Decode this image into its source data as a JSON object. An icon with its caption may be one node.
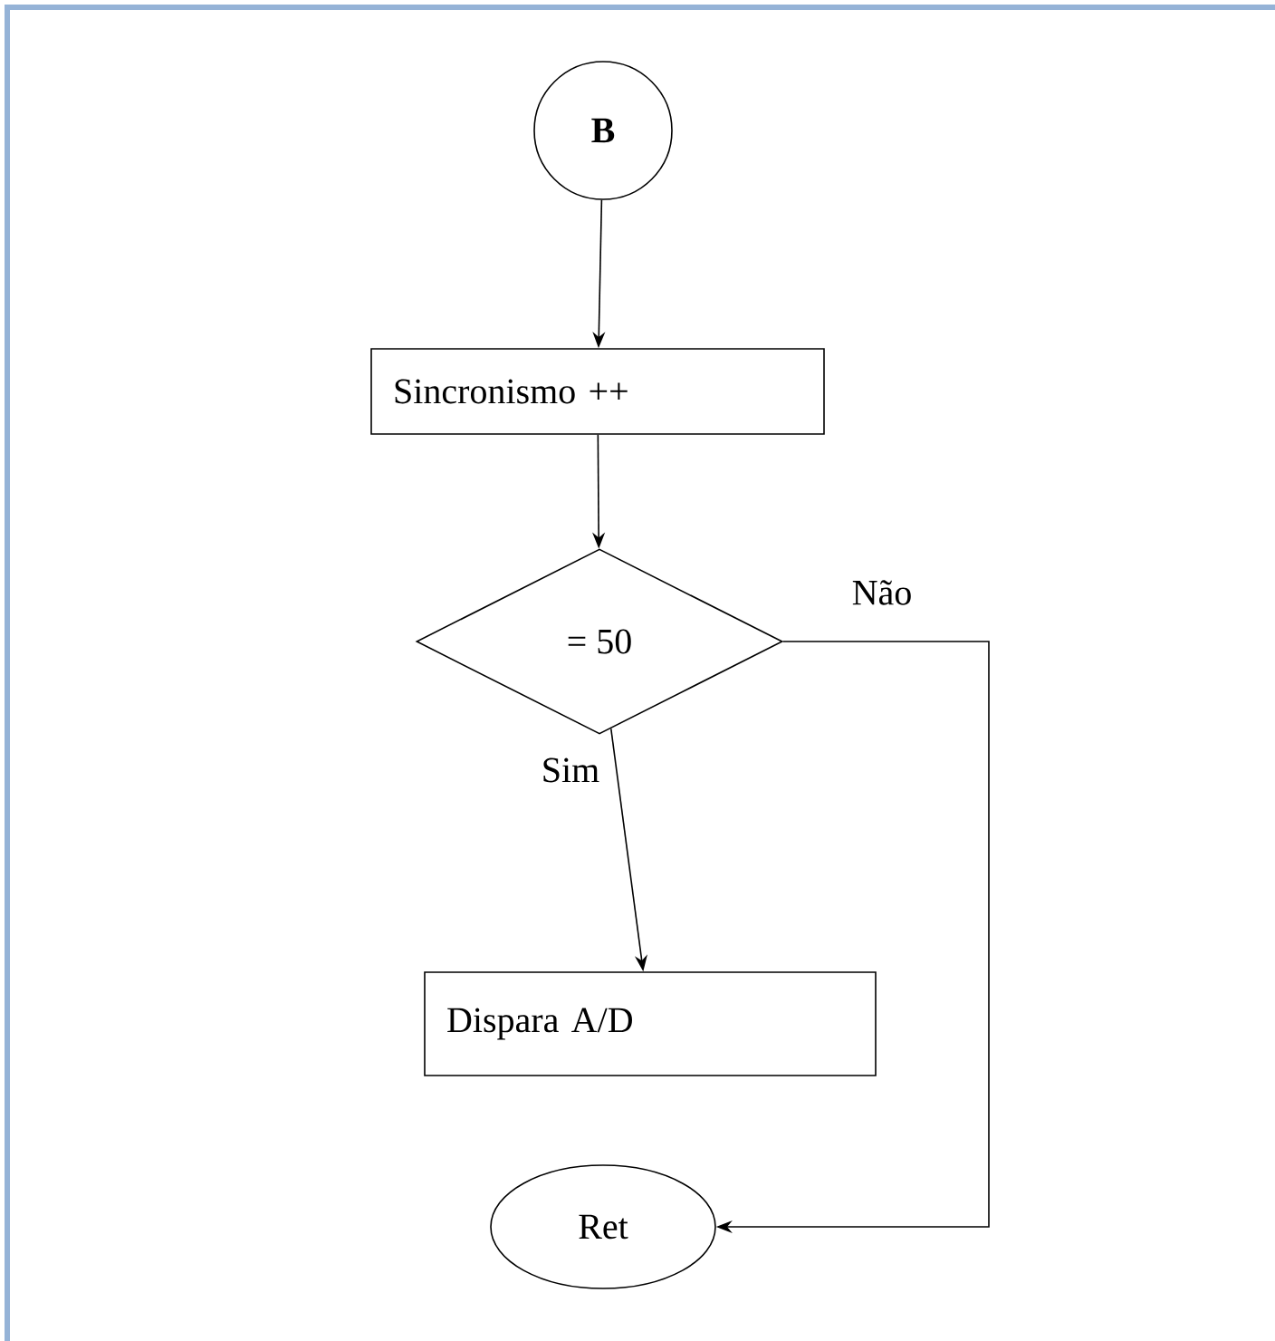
{
  "diagram": {
    "nodes": [
      {
        "text": [
          "B"
        ]
      },
      {
        "text": [
          "Sincronismo ++"
        ]
      },
      {
        "text": [
          "= 50"
        ]
      },
      {
        "text": [
          "Dispara A/D"
        ]
      },
      {
        "text": [
          "Ret"
        ]
      }
    ],
    "edges": [
      {
        "from": 0,
        "to": 1,
        "arrow": "to"
      },
      {
        "from": 1,
        "to": 2,
        "arrow": "to"
      },
      {
        "from": 2,
        "to": 3,
        "arrow": "to",
        "label": "Sim"
      },
      {
        "from": 2,
        "to": 4,
        "arrow": "to",
        "label": "Não"
      }
    ]
  }
}
